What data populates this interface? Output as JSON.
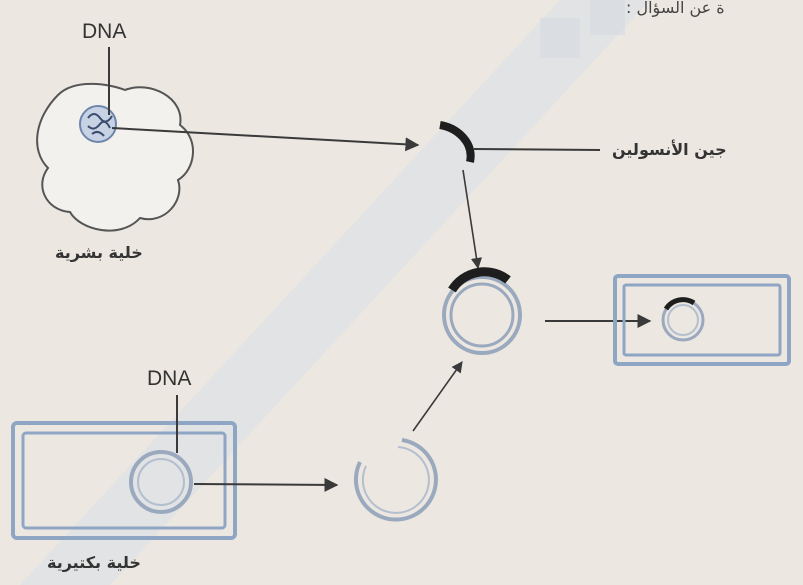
{
  "header_fragment": "ة عن السؤال :",
  "labels": {
    "dna_human": "DNA",
    "dna_bacteria": "DNA",
    "human_cell": "خلية بشرية",
    "bacterial_cell": "خلية بكتيرية",
    "insulin_gene": "جين الأنسولين"
  },
  "colors": {
    "background": "#ece7e1",
    "line": "#3a3a3a",
    "membrane": "#8ea6c4",
    "plasmid": "#9aa9bd",
    "gene": "#1e1e1e"
  }
}
